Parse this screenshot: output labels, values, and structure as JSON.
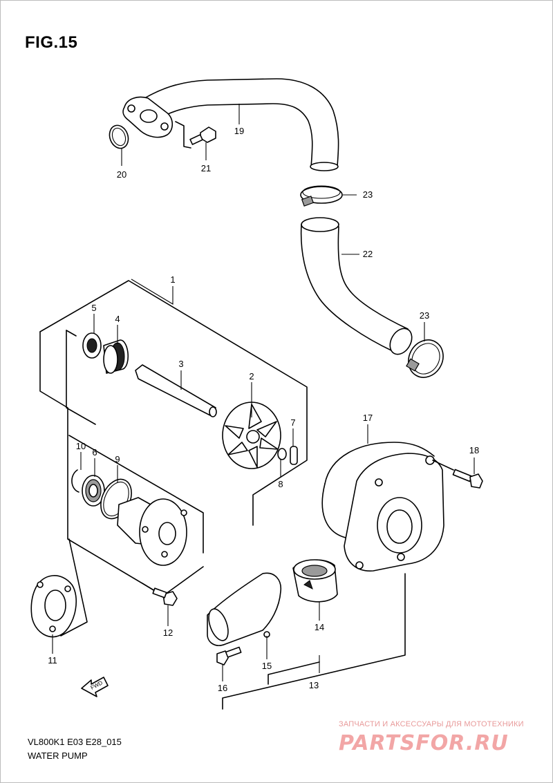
{
  "figure": {
    "title": "FIG.15"
  },
  "callouts": [
    {
      "label": "1"
    },
    {
      "label": "2"
    },
    {
      "label": "3"
    },
    {
      "label": "4"
    },
    {
      "label": "5"
    },
    {
      "label": "6"
    },
    {
      "label": "7"
    },
    {
      "label": "8"
    },
    {
      "label": "9"
    },
    {
      "label": "10"
    },
    {
      "label": "11"
    },
    {
      "label": "12"
    },
    {
      "label": "13"
    },
    {
      "label": "14"
    },
    {
      "label": "15"
    },
    {
      "label": "16"
    },
    {
      "label": "17"
    },
    {
      "label": "18"
    },
    {
      "label": "19"
    },
    {
      "label": "20"
    },
    {
      "label": "21"
    },
    {
      "label": "22"
    },
    {
      "label": "23"
    },
    {
      "label": "23"
    }
  ],
  "fwd_arrow": {
    "label": "FWD"
  },
  "footer": {
    "code": "VL800K1 E03 E28_015",
    "caption": "WATER PUMP"
  },
  "watermark": {
    "tagline": "ЗАПЧАСТИ И АКСЕССУАРЫ ДЛЯ МОТОТЕХНИКИ",
    "brand": "PARTSFOR.RU"
  }
}
